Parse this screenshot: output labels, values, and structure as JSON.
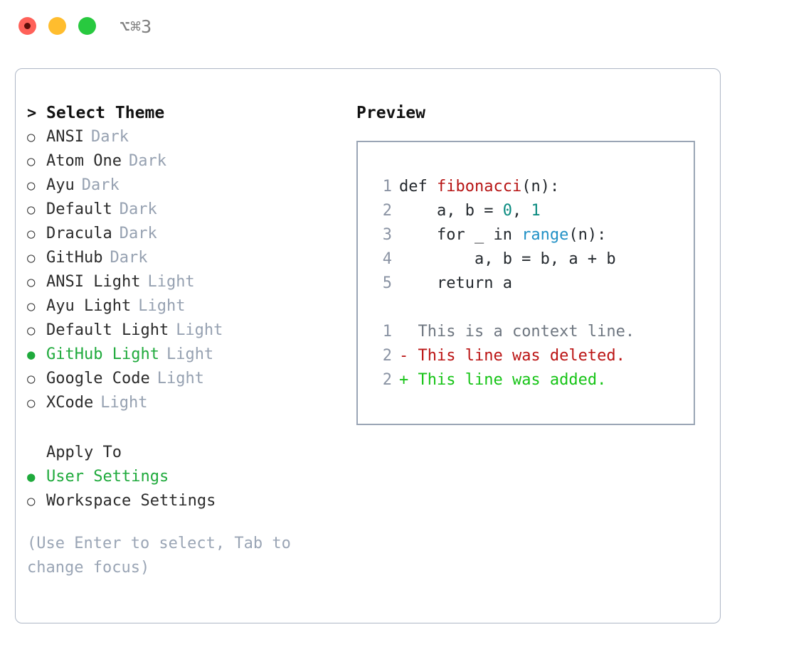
{
  "window": {
    "shortcut": "⌥⌘3",
    "traffic_lights": [
      {
        "name": "close",
        "color": "#ff6159"
      },
      {
        "name": "minimize",
        "color": "#ffbd2e"
      },
      {
        "name": "maximize",
        "color": "#28c93f"
      }
    ]
  },
  "accents": {
    "selected_green": "#1faa3c",
    "muted_blue_grey": "#96a1b1",
    "border": "#aeb7c6",
    "preview_border": "#9aa5b5"
  },
  "theme_list": {
    "header_marker": ">",
    "header": "Select Theme",
    "items": [
      {
        "marker": "○",
        "name": "ANSI",
        "suffix": "Dark",
        "selected": false
      },
      {
        "marker": "○",
        "name": "Atom One",
        "suffix": "Dark",
        "selected": false
      },
      {
        "marker": "○",
        "name": "Ayu",
        "suffix": "Dark",
        "selected": false
      },
      {
        "marker": "○",
        "name": "Default",
        "suffix": "Dark",
        "selected": false
      },
      {
        "marker": "○",
        "name": "Dracula",
        "suffix": "Dark",
        "selected": false
      },
      {
        "marker": "○",
        "name": "GitHub",
        "suffix": "Dark",
        "selected": false
      },
      {
        "marker": "○",
        "name": "ANSI Light",
        "suffix": "Light",
        "selected": false
      },
      {
        "marker": "○",
        "name": "Ayu Light",
        "suffix": "Light",
        "selected": false
      },
      {
        "marker": "○",
        "name": "Default Light",
        "suffix": "Light",
        "selected": false
      },
      {
        "marker": "●",
        "name": "GitHub Light",
        "suffix": "Light",
        "selected": true
      },
      {
        "marker": "○",
        "name": "Google Code",
        "suffix": "Light",
        "selected": false
      },
      {
        "marker": "○",
        "name": "XCode",
        "suffix": "Light",
        "selected": false
      }
    ]
  },
  "apply_to": {
    "header": "Apply To",
    "items": [
      {
        "marker": "●",
        "name": "User Settings",
        "selected": true
      },
      {
        "marker": "○",
        "name": "Workspace Settings",
        "selected": false
      }
    ]
  },
  "hint": "(Use Enter to select, Tab to change focus)",
  "preview": {
    "title": "Preview",
    "code_lines": [
      {
        "no": "1",
        "tokens": [
          {
            "t": "def ",
            "c": "plain"
          },
          {
            "t": "fibonacci",
            "c": "fn"
          },
          {
            "t": "(n):",
            "c": "plain"
          }
        ]
      },
      {
        "no": "2",
        "tokens": [
          {
            "t": "    a, b = ",
            "c": "plain"
          },
          {
            "t": "0",
            "c": "num"
          },
          {
            "t": ", ",
            "c": "plain"
          },
          {
            "t": "1",
            "c": "num"
          }
        ]
      },
      {
        "no": "3",
        "tokens": [
          {
            "t": "    for _ in ",
            "c": "plain"
          },
          {
            "t": "range",
            "c": "builtin"
          },
          {
            "t": "(n):",
            "c": "plain"
          }
        ]
      },
      {
        "no": "4",
        "tokens": [
          {
            "t": "        a, b = b, a + b",
            "c": "plain"
          }
        ]
      },
      {
        "no": "5",
        "tokens": [
          {
            "t": "    return a",
            "c": "plain"
          }
        ]
      }
    ],
    "diff_lines": [
      {
        "no": "1",
        "sign": " ",
        "text": " This is a context line.",
        "kind": "context"
      },
      {
        "no": "2",
        "sign": "-",
        "text": " This line was deleted.",
        "kind": "del"
      },
      {
        "no": "2",
        "sign": "+",
        "text": " This line was added.",
        "kind": "add"
      }
    ]
  }
}
